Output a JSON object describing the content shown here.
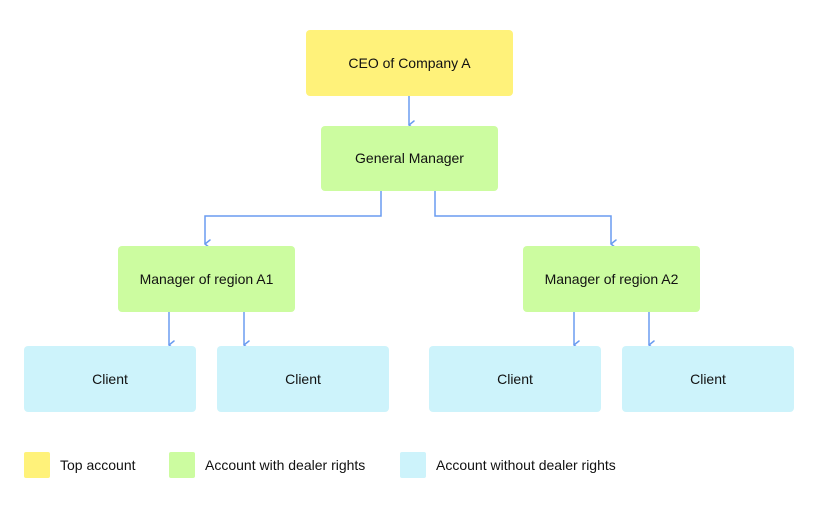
{
  "nodes": {
    "ceo": "CEO of Company A",
    "general_manager": "General Manager",
    "region_a1": "Manager of region A1",
    "region_a2": "Manager of region A2",
    "client_1": "Client",
    "client_2": "Client",
    "client_3": "Client",
    "client_4": "Client"
  },
  "legend": [
    {
      "label": "Top account",
      "color": "#fff27a"
    },
    {
      "label": "Account with dealer rights",
      "color": "#ccfca0"
    },
    {
      "label": "Account without dealer rights",
      "color": "#cdf3fb"
    }
  ],
  "colors": {
    "connector": "#6a9cf0",
    "top_account": "#fff27a",
    "dealer_account": "#ccfca0",
    "client_account": "#cdf3fb"
  }
}
